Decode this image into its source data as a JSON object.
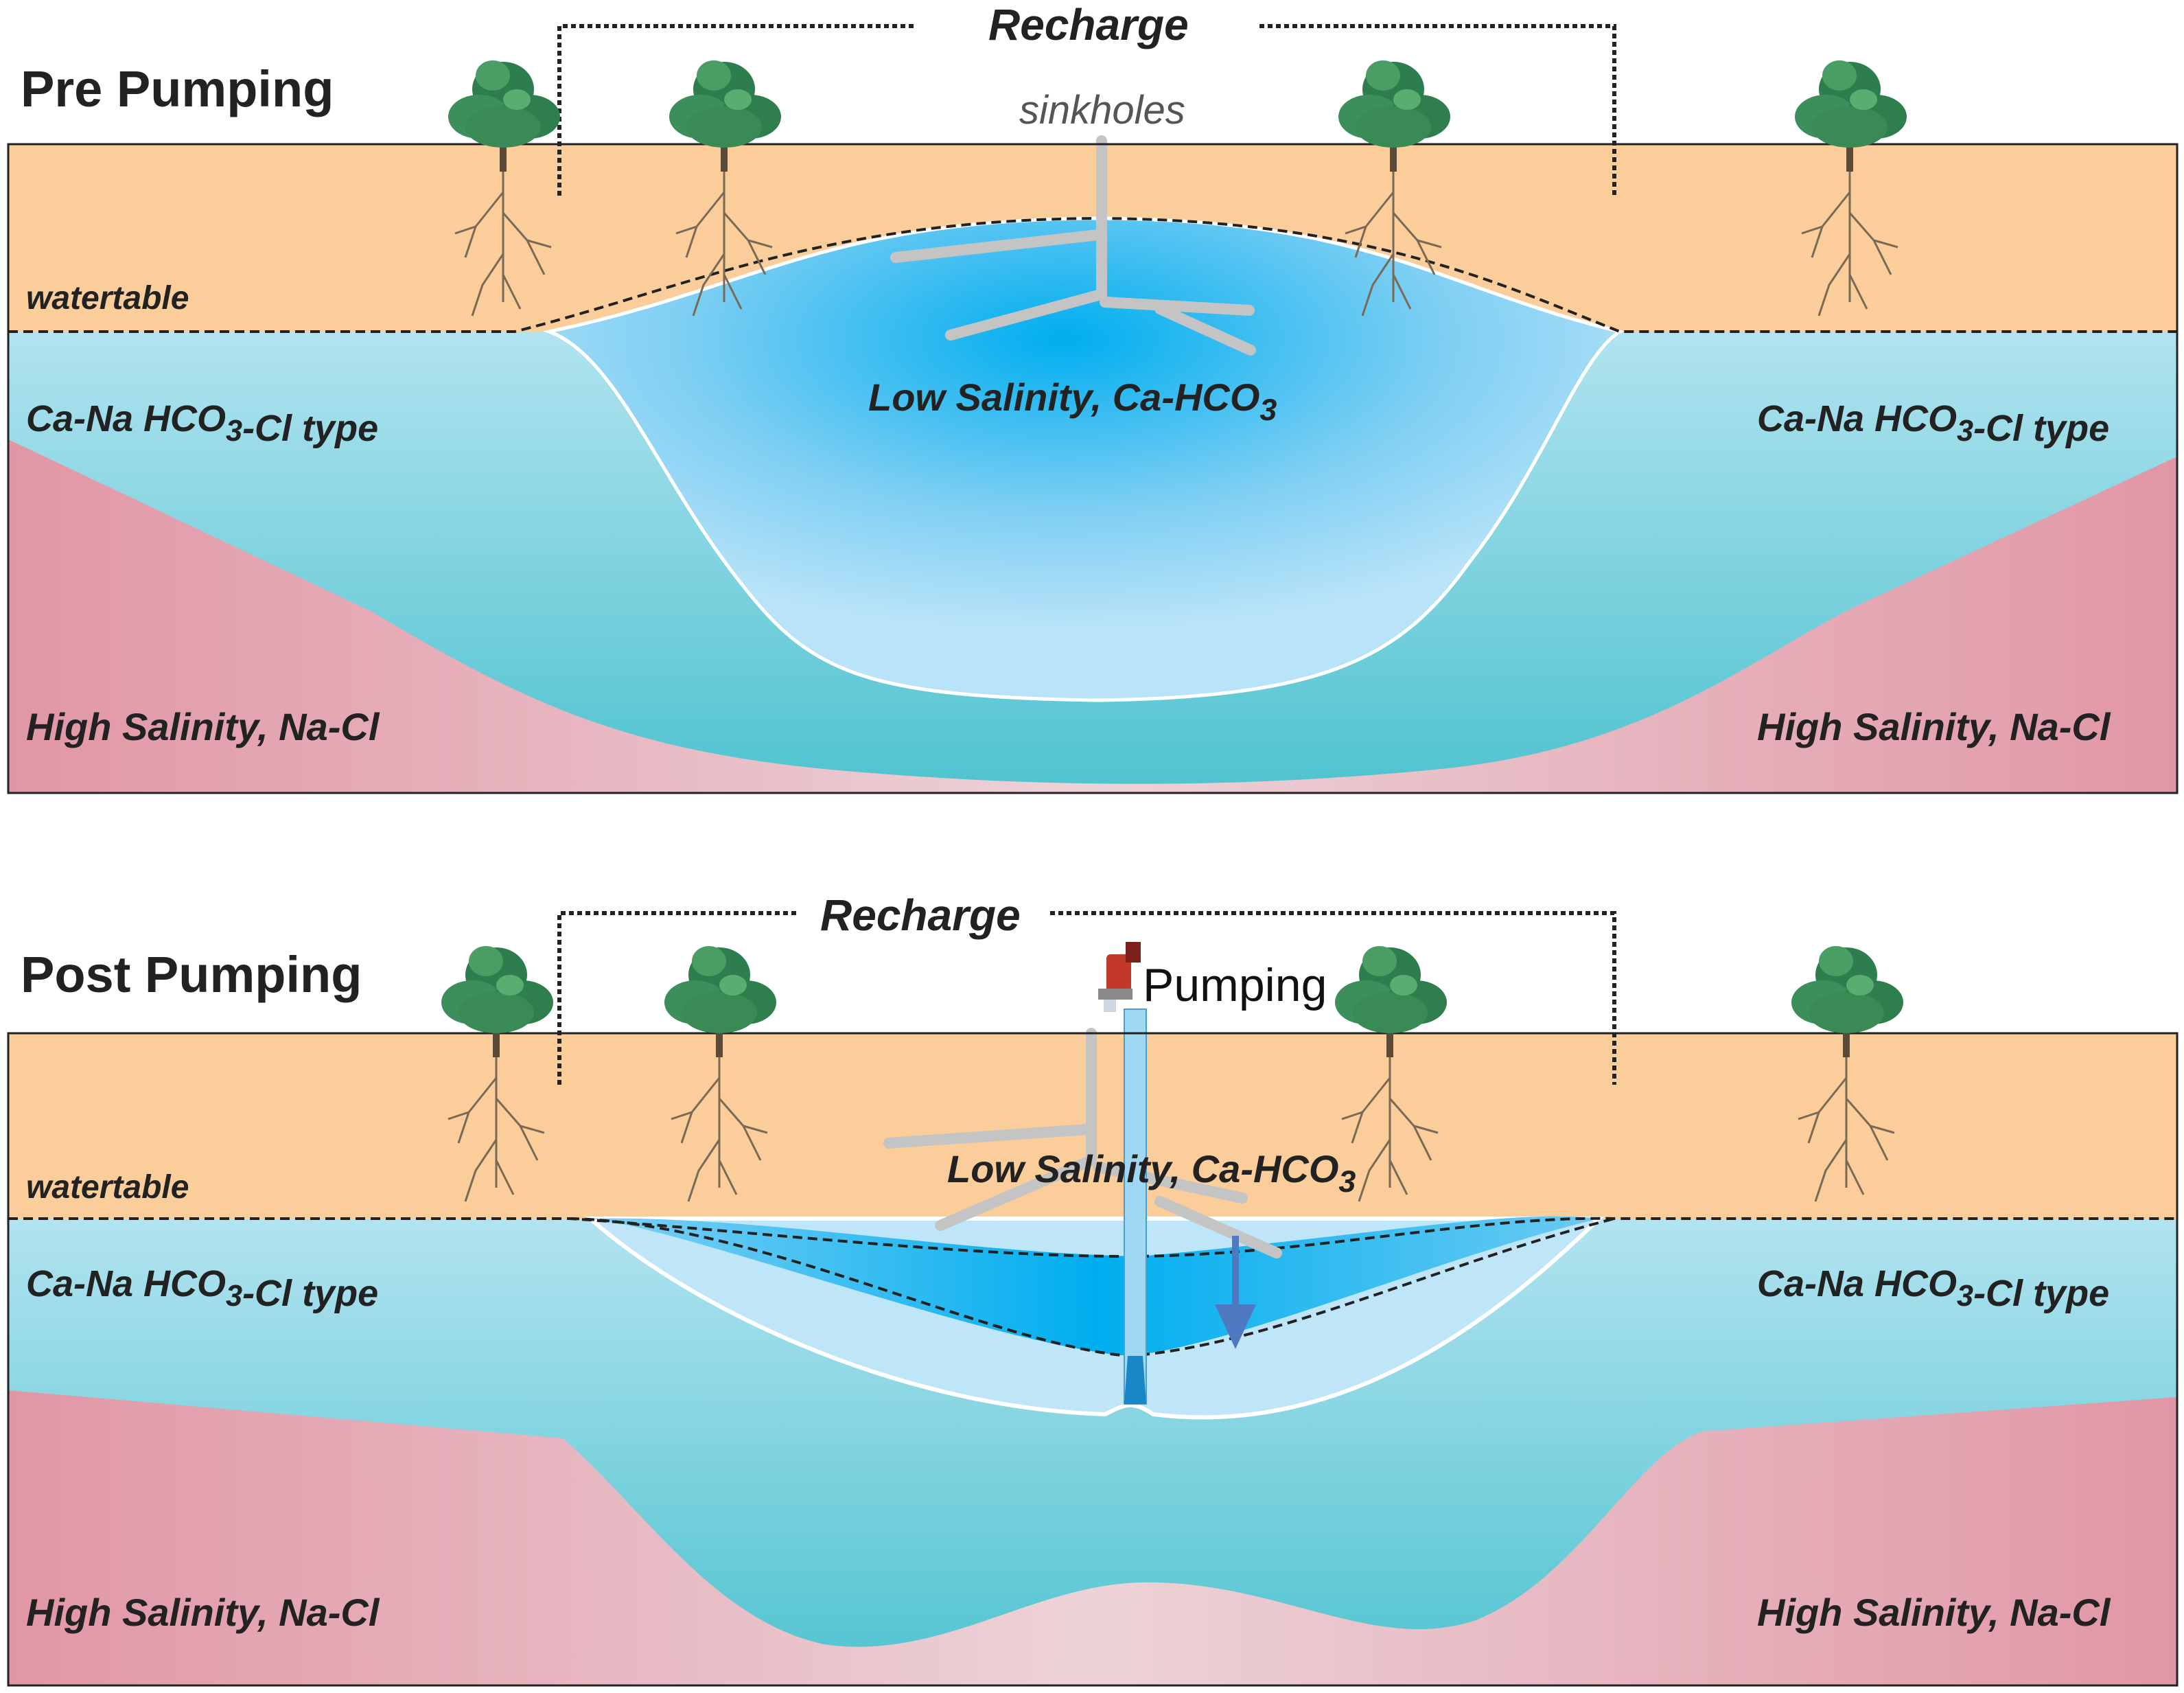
{
  "colors": {
    "soil": "#fbcd9a",
    "aquifer_top": "#b2e3f0",
    "aquifer_bottom": "#4ec3cf",
    "fresh_center": "#00aeef",
    "fresh_edge": "#a7dbf5",
    "saline_outer": "#e196a5",
    "saline_inner": "#ecd3d8",
    "sinkhole": "#c4c4c4",
    "arrow": "#4f79c0"
  },
  "top_panel": {
    "title": "Pre Pumping",
    "recharge": "Recharge",
    "sinkholes": "sinkholes",
    "watertable": "watertable",
    "mixed_left": "Ca-Na HCO3-Cl type",
    "mixed_right": "Ca-Na HCO3-Cl type",
    "fresh": "Low Salinity, Ca-HCO3",
    "saline_left": "High Salinity, Na-Cl",
    "saline_right": "High Salinity, Na-Cl"
  },
  "bottom_panel": {
    "title": "Post Pumping",
    "recharge": "Recharge",
    "pumping": "Pumping",
    "watertable": "watertable",
    "mixed_left": "Ca-Na HCO3-Cl type",
    "mixed_right": "Ca-Na HCO3-Cl type",
    "fresh": "Low Salinity, Ca-HCO3",
    "saline_left": "High Salinity, Na-Cl",
    "saline_right": "High Salinity, Na-Cl"
  },
  "icons": [
    "tree-icon",
    "pump-icon",
    "down-arrow-icon"
  ]
}
